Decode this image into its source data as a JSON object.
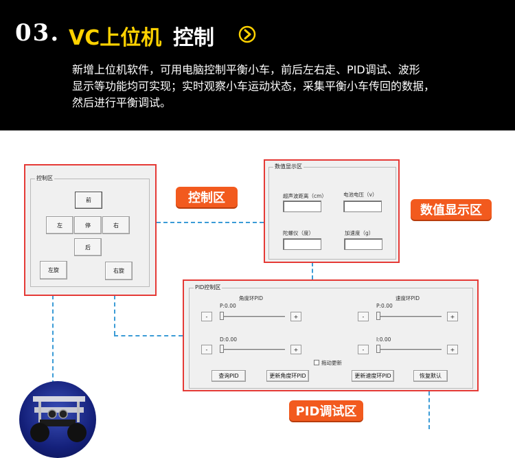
{
  "header": {
    "number": "03.",
    "title_yellow": "VC上位机",
    "title_white": "控制",
    "desc_lines": [
      "新增上位机软件，可用电脑控制平衡小车，前后左右走、PID调试、波形",
      "显示等功能均可实现；实时观察小车运动状态，采集平衡小车传回的数据，",
      "然后进行平衡调试。"
    ]
  },
  "tags": {
    "control": "控制区",
    "display": "数值显示区",
    "pid": "PID调试区"
  },
  "control_panel": {
    "group_label": "控制区",
    "forward": "前",
    "left": "左",
    "stop": "停",
    "right": "右",
    "back": "后",
    "rotate_left": "左旋",
    "rotate_right": "右旋"
  },
  "display_panel": {
    "group_label": "数值显示区",
    "ultrasonic_label": "超声波距离（cm）",
    "battery_label": "电池电压（v）",
    "gyro_label": "陀螺仪（度）",
    "accel_label": "加速度（g）",
    "ultrasonic_value": "",
    "battery_value": "",
    "gyro_value": "",
    "accel_value": ""
  },
  "pid_panel": {
    "group_label": "PID控制区",
    "angle_title": "角度环PID",
    "speed_title": "速度环PID",
    "angle_p": "P:0.00",
    "angle_d": "D:0.00",
    "speed_p": "P:0.00",
    "speed_i": "I:0.00",
    "minus": "-",
    "plus": "+",
    "drag_update": "拖动更新",
    "btn_read": "查询PID",
    "btn_update_angle": "更新角度环PID",
    "btn_update_speed": "更新速度环PID",
    "btn_restore": "恢复默认"
  },
  "colors": {
    "accent_yellow": "#ffd200",
    "tag_orange": "#f25a1e",
    "frame_red": "#e53935",
    "dash_blue": "#3a9bd6"
  }
}
